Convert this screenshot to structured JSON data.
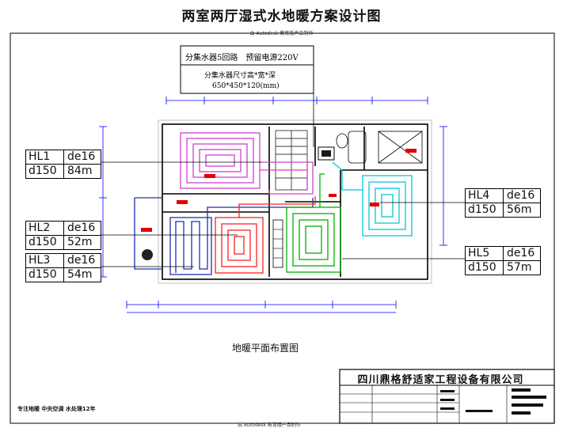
{
  "title": "两室两厅湿式水地暖方案设计图",
  "autodesk_note": "由 Autodesk 教育版产品制作",
  "bottom_note": "由 Autodesk 教育版产品制作",
  "spec_box": {
    "line1": "分集水器5回路　预留电源220V",
    "line2": "分集水器尺寸高*宽*深",
    "line3": "650*450*120(mm)"
  },
  "loops": [
    {
      "id": "HL1",
      "pipe": "de16",
      "spacing": "d150",
      "length": "84m"
    },
    {
      "id": "HL2",
      "pipe": "de16",
      "spacing": "d150",
      "length": "52m"
    },
    {
      "id": "HL3",
      "pipe": "de16",
      "spacing": "d150",
      "length": "54m"
    },
    {
      "id": "HL4",
      "pipe": "de16",
      "spacing": "d150",
      "length": "56m"
    },
    {
      "id": "HL5",
      "pipe": "de16",
      "spacing": "d150",
      "length": "57m"
    }
  ],
  "plan_caption": "地暖平面布置图",
  "company": "四川鼎格舒适家工程设备有限公司",
  "slogan": "专注地暖  中央空调  水处理12年",
  "colors": {
    "loop1": "#d040d0",
    "loop2": "#2030b0",
    "loop3": "#ff2020",
    "loop4": "#00b000",
    "loop5": "#00c8d8",
    "dimension": "#0000ff",
    "wall": "#000000"
  }
}
